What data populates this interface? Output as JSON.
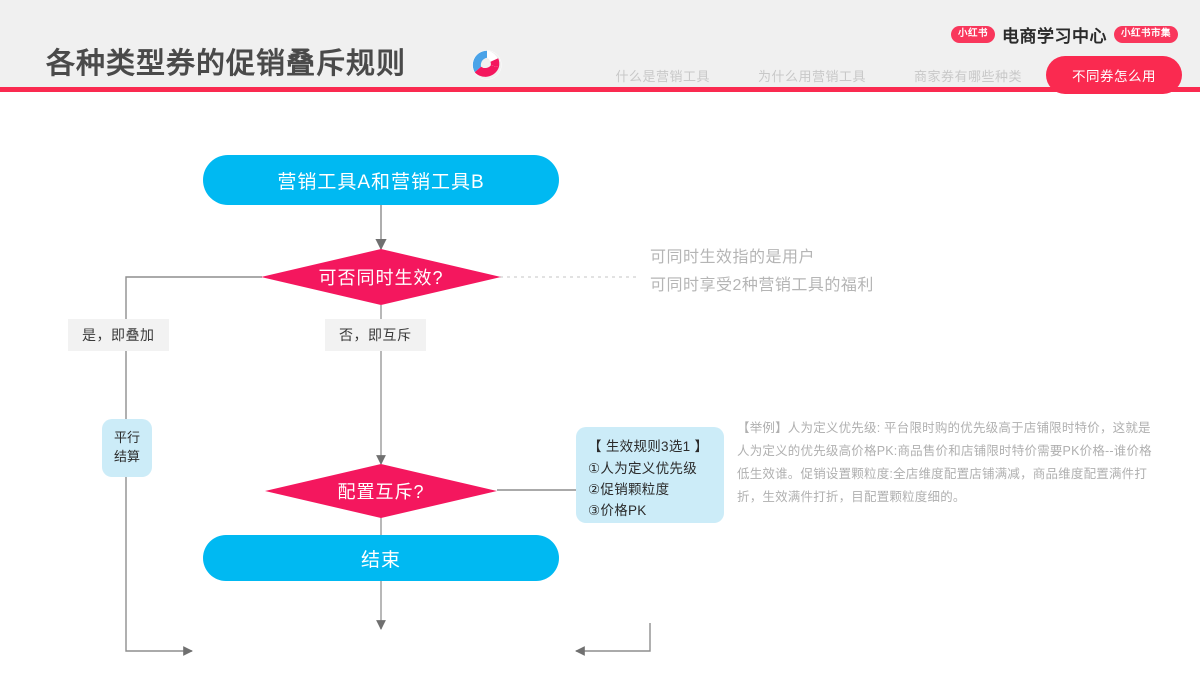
{
  "header": {
    "title": "各种类型券的促销叠斥规则",
    "logo_icon": "pinwheel-logo-icon",
    "brand_badge_left": "小红书",
    "brand_name": "电商学习中心",
    "brand_badge_right": "小红书市集",
    "accent_color": "#fa2a50",
    "tabs": [
      {
        "label": "什么是营销工具",
        "active": false
      },
      {
        "label": "为什么用营销工具",
        "active": false
      },
      {
        "label": "商家券有哪些种类",
        "active": false
      },
      {
        "label": "不同券怎么用",
        "active": true
      }
    ]
  },
  "flow": {
    "start_node": "营销工具A和营销工具B",
    "decision_1": "可否同时生效?",
    "decision_2": "配置互斥?",
    "edge_label_yes": "是，即叠加",
    "edge_label_no": "否，即互斥",
    "parallel_box_line1": "平行",
    "parallel_box_line2": "结算",
    "end_node": "结束",
    "rule_box": {
      "title": "【 生效规则3选1 】",
      "items": [
        "①人为定义优先级",
        "②促销颗粒度",
        "③价格PK"
      ]
    },
    "note": "可同时生效指的是用户\n可同时享受2种营销工具的福利",
    "example": "【举例】人为定义优先级:\n平台限时购的优先级高于店铺限时特价，这就是人为定义的优先级高价格PK:商品售价和店铺限时特价需要PK价格--谁价格低生效谁。促销设置颗粒度:全店维度配置店铺满减，商品维度配置满件打折，生效满件打折，目配置颗粒度细的。"
  },
  "colors": {
    "node_blue": "#00b9f2",
    "diamond_pink": "#f4175e",
    "info_blue": "#ccecf8",
    "edge_label_bg": "#f2f2f2",
    "wire_gray": "#808080"
  }
}
